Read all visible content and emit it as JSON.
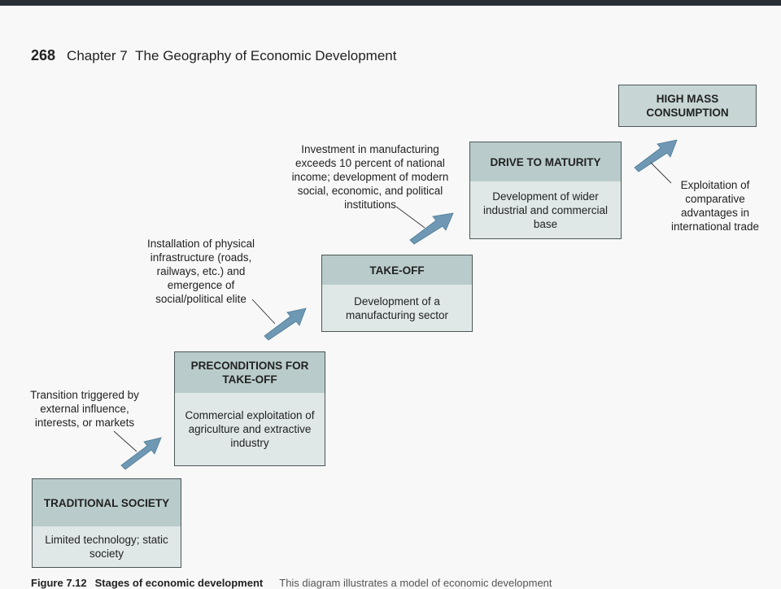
{
  "header": {
    "page_number": "268",
    "chapter": "Chapter 7",
    "title": "The Geography of Economic Development"
  },
  "stages": [
    {
      "id": "traditional",
      "title": "TRADITIONAL SOCIETY",
      "description": "Limited technology; static society"
    },
    {
      "id": "preconditions",
      "title": "PRECONDITIONS FOR TAKE-OFF",
      "description": "Commercial exploitation of agriculture and extractive industry"
    },
    {
      "id": "takeoff",
      "title": "TAKE-OFF",
      "description": "Development of a manufacturing sector"
    },
    {
      "id": "drive",
      "title": "DRIVE TO MATURITY",
      "description": "Development of wider industrial and commercial base"
    },
    {
      "id": "mass",
      "title": "HIGH MASS CONSUMPTION",
      "description": ""
    }
  ],
  "transitions": [
    {
      "note": "Transition triggered by external influence, interests, or markets"
    },
    {
      "note": "Installation of physical infrastructure (roads, railways, etc.) and emergence of social/political elite"
    },
    {
      "note": "Investment in manufacturing exceeds 10 percent of national income; development of modern social, economic, and political institutions"
    },
    {
      "note": "Exploitation of comparative advantages in international trade"
    }
  ],
  "caption": {
    "label": "Figure 7.12",
    "title": "Stages of economic development",
    "text": "This diagram illustrates a model of economic development"
  },
  "colors": {
    "box_fill": "#dfe8e7",
    "title_fill": "#b9cccb",
    "arrow": "#6e98b3",
    "border": "#4b5656"
  }
}
